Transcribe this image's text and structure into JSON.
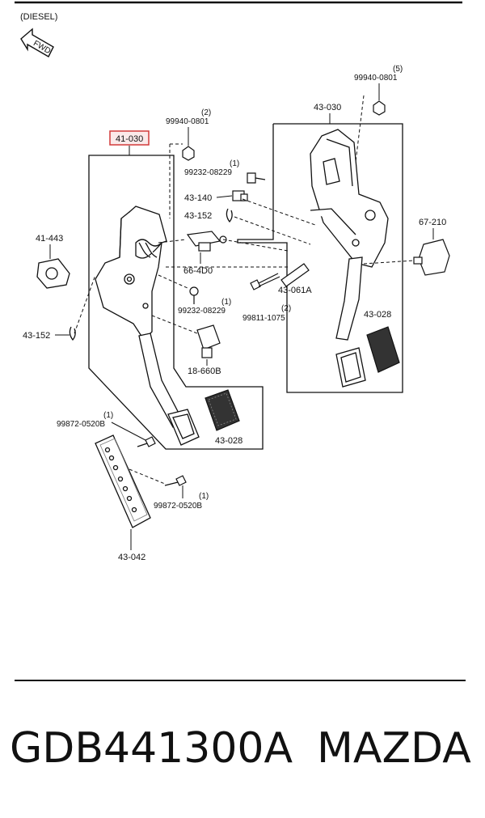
{
  "header": {
    "variant": "(DIESEL)",
    "fwd": "FWD"
  },
  "highlight_color": "#d23a3a",
  "labels": {
    "l41_030": "41-030",
    "l41_443": "41-443",
    "l43_152_a": "43-152",
    "l43_152_b": "43-152",
    "l43_140": "43-140",
    "l66_4d0": "66-4D0",
    "l18_660b": "18-660B",
    "l43_028_a": "43-028",
    "l43_028_b": "43-028",
    "l43_030": "43-030",
    "l43_061a": "43-061A",
    "l67_210": "67-210",
    "l43_042": "43-042",
    "nut1_qty": "(2)",
    "nut1": "99940-0801",
    "nut2_qty": "(5)",
    "nut2": "99940-0801",
    "scr1_qty": "(1)",
    "scr1": "99232-08229",
    "scr2_qty": "(1)",
    "scr2": "99232-08229",
    "bolt_qty": "(2)",
    "bolt": "99811-1075",
    "b1_qty": "(1)",
    "b1": "99872-0520B",
    "b2_qty": "(1)",
    "b2": "99872-0520B"
  },
  "footer": {
    "part_number": "GDB441300A",
    "brand": "MAZDA"
  }
}
